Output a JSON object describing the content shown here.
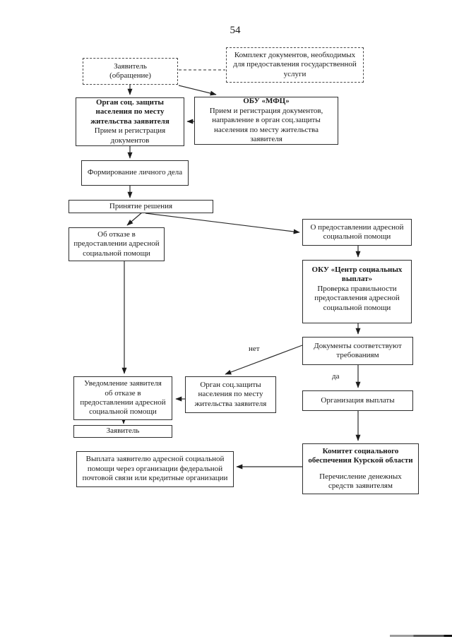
{
  "page": {
    "number": "54"
  },
  "flowchart": {
    "boxes": {
      "applicant": {
        "text": "Заявитель\n(обращение)"
      },
      "docs_package": {
        "text": "Комплект документов, необходимых\nдля предоставления государственной\nуслуги"
      },
      "social_protection": {
        "title": "Орган соц. защиты\nнаселения по месту\nжительства заявителя",
        "body": "Прием и регистрация\nдокументов"
      },
      "mfc": {
        "title": "ОБУ «МФЦ»",
        "body": "Прием и регистрация документов,\nнаправление в орган соц.защиты\nнаселения по месту жительства\nзаявителя"
      },
      "personal_file": {
        "text": "Формирование личного дела"
      },
      "decision": {
        "text": "Принятие решения"
      },
      "refusal": {
        "text": "Об отказе в\nпредоставлении адресной\nсоциальной помощи"
      },
      "provision": {
        "text": "О предоставлении адресной\nсоциальной помощи"
      },
      "payments_center": {
        "title": "ОКУ «Центр социальных\nвыплат»",
        "body": "Проверка правильности\nпредоставления адресной\nсоциальной помощи"
      },
      "docs_comply": {
        "text": "Документы соответствуют\nтребованиям"
      },
      "social_protection_2": {
        "text": "Орган соц.защиты\nнаселения по месту\nжительства заявителя"
      },
      "notification": {
        "text": "Уведомление заявителя\nоб отказе в\nпредоставлении адресной\nсоциальной помощи"
      },
      "payment_setup": {
        "text": "Организация выплаты"
      },
      "applicant_2": {
        "text": "Заявитель"
      },
      "committee": {
        "title": "Комитет социального\nобеспечения Курской области",
        "body": "Перечисление денежных\nсредств заявителям"
      },
      "payout": {
        "text": "Выплата заявителю адресной социальной\nпомощи через организации федеральной\nпочтовой связи или кредитные организации"
      }
    },
    "labels": {
      "no": "нет",
      "yes": "да"
    }
  }
}
